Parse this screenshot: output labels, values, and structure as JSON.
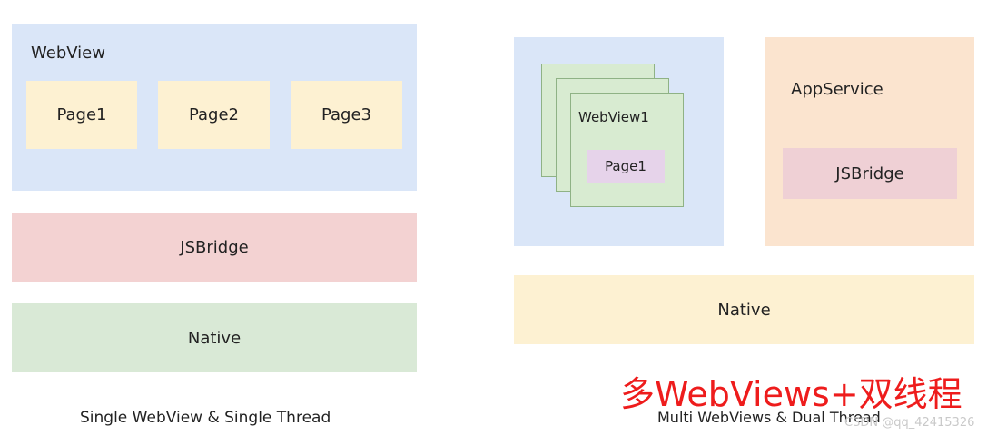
{
  "left_diagram": {
    "webview_label": "WebView",
    "pages": [
      "Page1",
      "Page2",
      "Page3"
    ],
    "jsbridge_label": "JSBridge",
    "native_label": "Native",
    "caption": "Single WebView & Single Thread"
  },
  "right_diagram": {
    "webview_label": "WebView1",
    "page_label": "Page1",
    "appservice_label": "AppService",
    "jsbridge_label": "JSBridge",
    "native_label": "Native",
    "caption": "Multi WebViews & Dual Thread"
  },
  "overlay_title": "多WebViews+双线程",
  "watermark": "CSDN @qq_42415326",
  "colors": {
    "webview": "#dae6f8",
    "page": "#fdf1d2",
    "jsbridge": "#f3d2d2",
    "native_left": "#d9e9d6",
    "appservice": "#fbe4cf",
    "native_right": "#fdf1d2",
    "title_red": "#ee1c1c"
  }
}
